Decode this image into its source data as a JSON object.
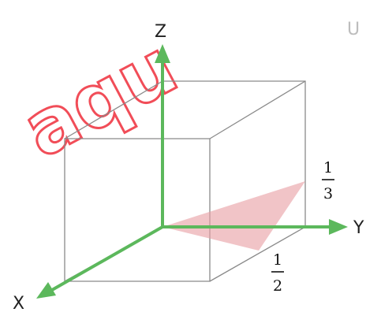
{
  "axes": {
    "z_label": "Z",
    "y_label": "Y",
    "x_label": "X"
  },
  "intercepts": {
    "z": {
      "numerator": "1",
      "denominator": "3"
    },
    "x": {
      "numerator": "1",
      "denominator": "2"
    }
  },
  "watermark": {
    "text": "aqu"
  },
  "corner_mark": "U",
  "colors": {
    "axis": "#5cb85c",
    "plane": "#e8a0a4",
    "cube": "#8a8a8a",
    "watermark": "#f03a46"
  }
}
